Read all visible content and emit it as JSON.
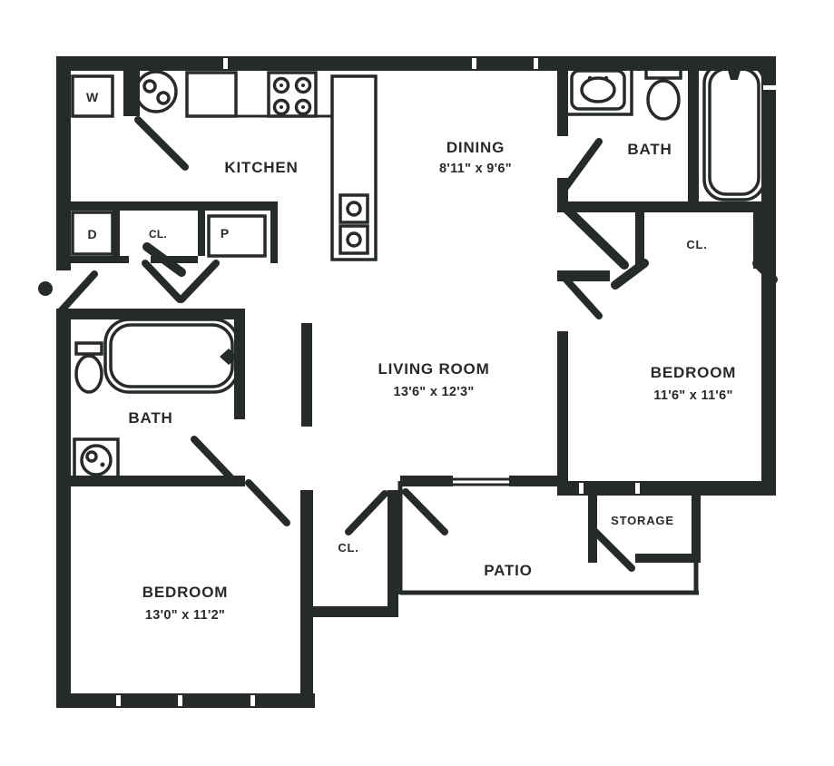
{
  "colors": {
    "wall": "#272b27",
    "background": "#ffffff"
  },
  "floor_plan": {
    "rooms": {
      "kitchen": {
        "label": "KITCHEN"
      },
      "dining": {
        "label": "DINING",
        "dimensions": "8'11\" x 9'6\""
      },
      "living_room": {
        "label": "LIVING ROOM",
        "dimensions": "13'6\" x 12'3\""
      },
      "bedroom_right": {
        "label": "BEDROOM",
        "dimensions": "11'6\" x 11'6\""
      },
      "bedroom_left": {
        "label": "BEDROOM",
        "dimensions": "13'0\" x 11'2\""
      },
      "bath_upper": {
        "label": "BATH"
      },
      "bath_lower": {
        "label": "BATH"
      },
      "storage": {
        "label": "STORAGE"
      },
      "patio": {
        "label": "PATIO"
      }
    },
    "closets": {
      "entry": {
        "label": "CL."
      },
      "bedroom_right": {
        "label": "CL."
      },
      "hall": {
        "label": "CL."
      }
    },
    "appliances": {
      "washer": {
        "label": "W"
      },
      "dryer": {
        "label": "D"
      },
      "pantry": {
        "label": "P"
      }
    }
  }
}
